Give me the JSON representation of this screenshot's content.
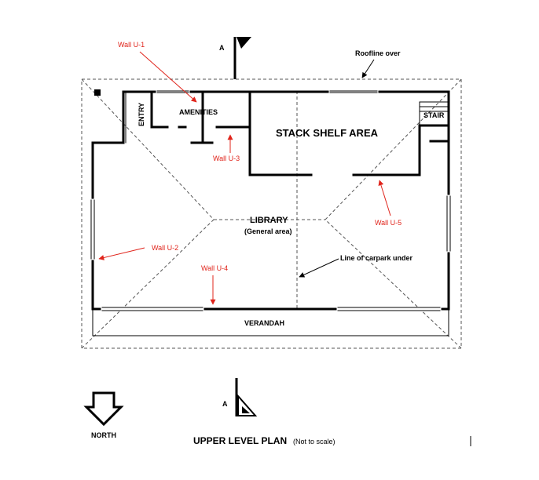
{
  "colors": {
    "ink": "#000000",
    "annotation": "#e0241b",
    "dash": "#555555",
    "paper": "#ffffff"
  },
  "plan": {
    "title": "UPPER LEVEL PLAN",
    "subtitle": "(Not to scale)",
    "north_label": "NORTH",
    "section_marker_top": "A",
    "section_marker_bottom": "A",
    "rooms": {
      "entry": "ENTRY",
      "amenities": "AMENITIES",
      "stair": "STAIR",
      "stack_shelf_area": "STACK SHELF AREA",
      "library": "LIBRARY",
      "library_sub": "(General area)",
      "verandah": "VERANDAH"
    },
    "notes": {
      "roofline": "Roofline over",
      "carpark": "Line of carpark under"
    },
    "wall_labels": {
      "u1": "Wall U-1",
      "u2": "Wall U-2",
      "u3": "Wall U-3",
      "u4": "Wall U-4",
      "u5": "Wall U-5"
    }
  }
}
